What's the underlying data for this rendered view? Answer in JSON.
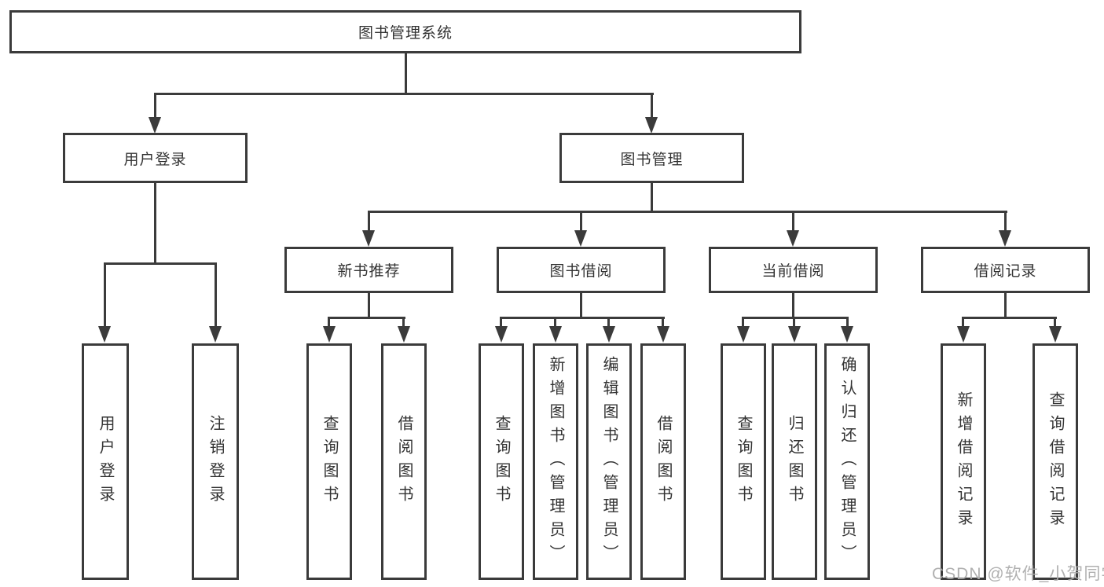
{
  "root": {
    "label": "图书管理系统"
  },
  "login": {
    "label": "用户登录",
    "children": [
      {
        "label": "用户登录"
      },
      {
        "label": "注销登录"
      }
    ]
  },
  "manage": {
    "label": "图书管理"
  },
  "recommend": {
    "label": "新书推荐",
    "children": [
      {
        "label": "查询图书"
      },
      {
        "label": "借阅图书"
      }
    ]
  },
  "borrow": {
    "label": "图书借阅",
    "children": [
      {
        "label": "查询图书"
      },
      {
        "label": "新增图书（管理员）"
      },
      {
        "label": "编辑图书（管理员）"
      },
      {
        "label": "借阅图书"
      }
    ]
  },
  "current": {
    "label": "当前借阅",
    "children": [
      {
        "label": "查询图书"
      },
      {
        "label": "归还图书"
      },
      {
        "label": "确认归还（管理员）"
      }
    ]
  },
  "records": {
    "label": "借阅记录",
    "children": [
      {
        "label": "新增借阅记录"
      },
      {
        "label": "查询借阅记录"
      }
    ]
  },
  "watermark": {
    "text": "CSDN @软件_小贺同学"
  },
  "colors": {
    "line": "#3b3b3b",
    "text": "#333333",
    "watermark": "#acacac",
    "background": "#ffffff"
  }
}
